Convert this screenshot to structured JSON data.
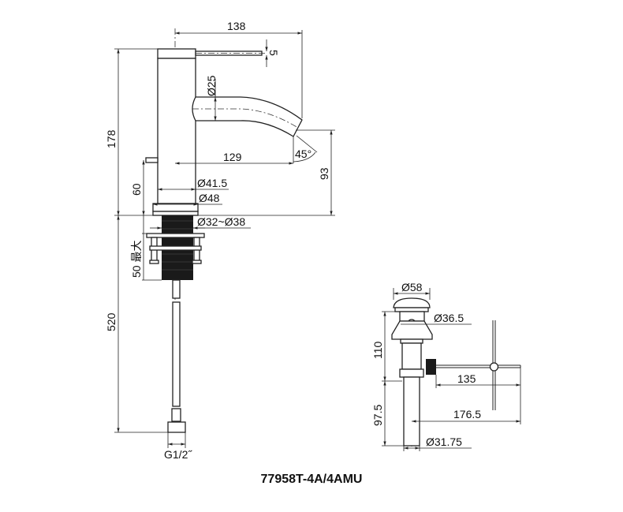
{
  "drawing": {
    "title": "77958T-4A/4AMU",
    "faucet_dims": {
      "overall_reach": "138",
      "handle_thickness": "5",
      "spout_diameter": "Ø25",
      "height": "178",
      "spout_reach": "129",
      "spout_angle": "45°",
      "spout_height": "93",
      "button_height": "60",
      "body_diameter": "Ø41.5",
      "base_diameter": "Ø48",
      "hole_diameter": "Ø32~Ø38",
      "max_deck_thickness": "50 最大",
      "hose_length": "520",
      "connection": "G1/2˝"
    },
    "drain_dims": {
      "cap_diameter": "Ø58",
      "flange_diameter": "Ø36.5",
      "upper_height": "110",
      "rod_distance": "135",
      "lower_height": "97.5",
      "rod_length": "176.5",
      "tail_diameter": "Ø31.75"
    }
  }
}
